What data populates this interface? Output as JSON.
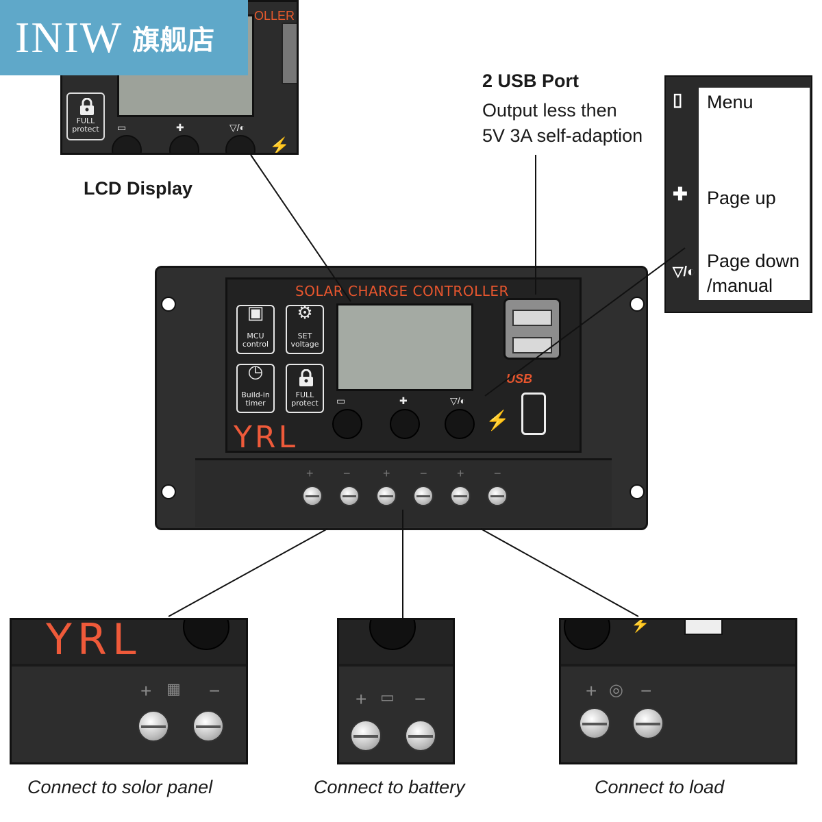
{
  "store": {
    "brand": "INIW",
    "brand_suffix": "旗舰店"
  },
  "callouts": {
    "lcd_display": "LCD Display",
    "usb_title": "2 USB Port",
    "usb_desc_line1": "Output less then",
    "usb_desc_line2": "5V 3A self-adaption"
  },
  "legend": {
    "items": [
      {
        "icon": "menu-icon",
        "label": "Menu"
      },
      {
        "icon": "page-up-icon",
        "label": "Page up"
      },
      {
        "icon": "page-down-icon",
        "label_line1": "Page down",
        "label_line2": "/manual"
      }
    ]
  },
  "controller": {
    "title": "SOLAR CHARGE CONTROLLER",
    "brand": "YRL",
    "features": [
      {
        "icon": "chip-icon",
        "line1": "MCU",
        "line2": "control"
      },
      {
        "icon": "gear-icon",
        "line1": "SET",
        "line2": "voltage"
      },
      {
        "icon": "clock-icon",
        "line1": "Build-in",
        "line2": "timer"
      },
      {
        "icon": "lock-icon",
        "line1": "FULL",
        "line2": "protect"
      }
    ],
    "usb_label": "USB",
    "terminal_signs": [
      "+",
      "−",
      "+",
      "−",
      "+",
      "−"
    ]
  },
  "zoom_lcd": {
    "header_fragment": "OLLER",
    "lock_line1": "FULL",
    "lock_line2": "protect"
  },
  "bottom_panels": [
    {
      "caption": "Connect to solor panel",
      "brand": "YRL"
    },
    {
      "caption": "Connect to battery"
    },
    {
      "caption": "Connect to load"
    }
  ],
  "colors": {
    "accent": "#e8562e",
    "banner": "#5fa8c9",
    "body": "#2f2f2f",
    "lcd": "#a4aaa3"
  }
}
